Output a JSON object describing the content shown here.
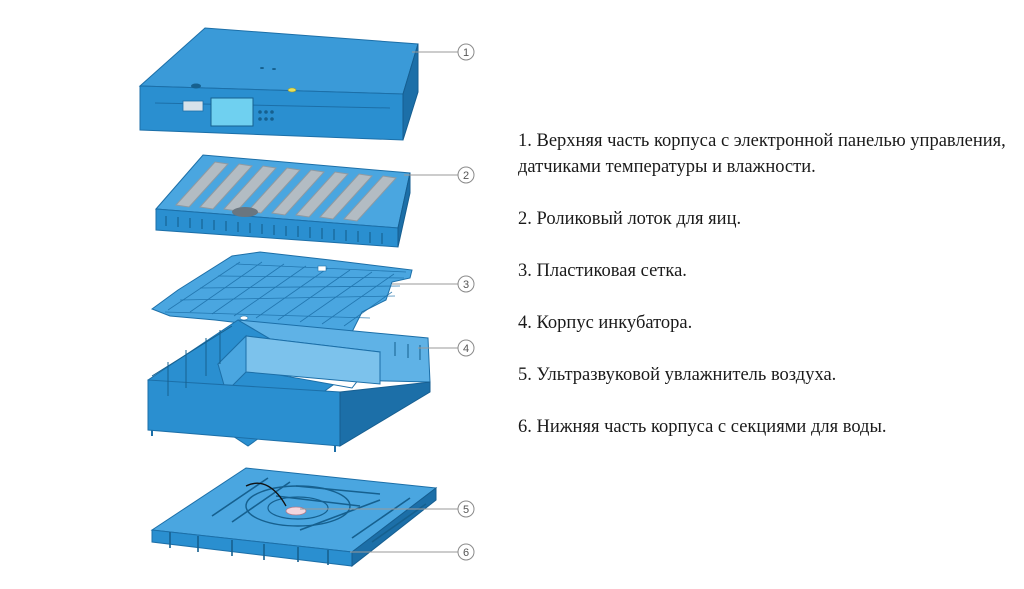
{
  "colors": {
    "body_blue": "#2a8fd0",
    "body_blue_dark": "#1c6fa8",
    "body_blue_light": "#5fb2e6",
    "roller_gray": "#a9b3ba",
    "screen_cyan": "#6fd0f0",
    "line_gray": "#9a9a9a"
  },
  "callouts": [
    {
      "number": "1"
    },
    {
      "number": "2"
    },
    {
      "number": "3"
    },
    {
      "number": "4"
    },
    {
      "number": "5"
    },
    {
      "number": "6"
    }
  ],
  "legend": {
    "items": [
      {
        "text": "1. Верхняя часть корпуса с электронной панелью управления, датчиками температуры и влажности."
      },
      {
        "text": "2. Роликовый лоток для яиц."
      },
      {
        "text": "3. Пластиковая сетка."
      },
      {
        "text": "4. Корпус инкубатора."
      },
      {
        "text": "5. Ультразвуковой увлажнитель воздуха."
      },
      {
        "text": "6. Нижняя часть корпуса с секциями для воды."
      }
    ]
  }
}
